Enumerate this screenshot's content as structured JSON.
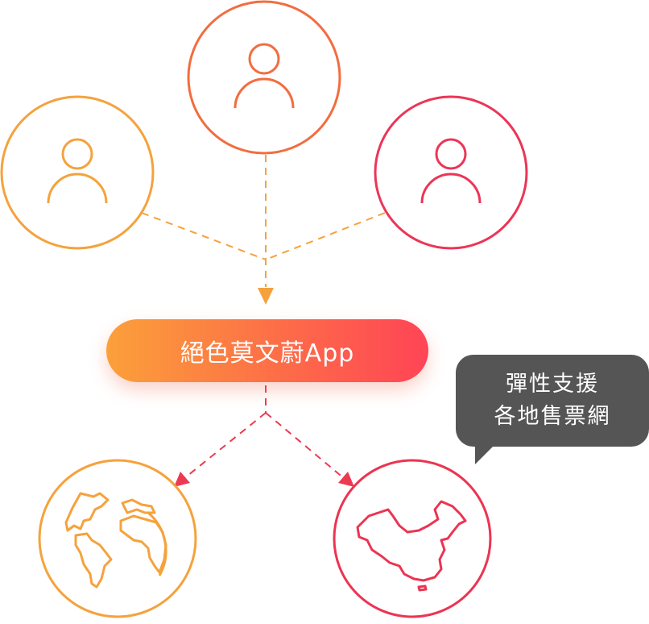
{
  "app": {
    "label": "絕色莫文蔚App"
  },
  "callout": {
    "line1": "彈性支援",
    "line2": "各地售票網"
  },
  "colors": {
    "orange": "#f5a23d",
    "coral": "#f26d3f",
    "crimson": "#ec3557",
    "red": "#ec3452",
    "bubble": "#555555"
  },
  "nodes": [
    {
      "name": "user-left",
      "icon": "user-icon",
      "color": "orange"
    },
    {
      "name": "user-top",
      "icon": "user-icon",
      "color": "coral"
    },
    {
      "name": "user-right",
      "icon": "user-icon",
      "color": "crimson"
    },
    {
      "name": "world",
      "icon": "world-map-icon",
      "color": "orange"
    },
    {
      "name": "china",
      "icon": "china-map-icon",
      "color": "red"
    }
  ]
}
